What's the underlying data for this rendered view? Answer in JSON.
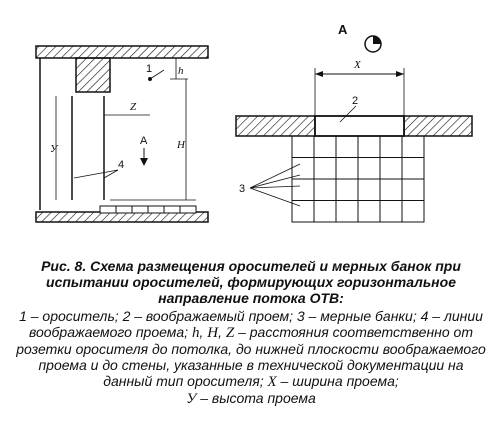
{
  "figure": {
    "label_A_left": "А",
    "label_A_top": "А",
    "label_1": "1",
    "label_2": "2",
    "label_3": "3",
    "label_4": "4",
    "label_h": "h",
    "label_H": "H",
    "label_Z": "Z",
    "label_X": "X",
    "label_Y": "У"
  },
  "caption": {
    "title": "Рис. 8. Схема размещения оросителей и мерных банок при испытании оросителей, формирующих горизонтальное направление потока ОТВ:",
    "body_part1": "1 – ороситель; 2 – воображаемый проем; 3 – мерные банки; 4 – линии воображаемого проема; ",
    "sym_h": "h",
    "sep1": ", ",
    "sym_H": "H",
    "sep2": ", ",
    "sym_Z": "Z",
    "body_part2": " – расстояния соответственно от розетки оросителя до потолка, до нижней плоскости воображаемого проема и до стены, указанные в технической документации на данный тип оросителя; ",
    "sym_X": "X",
    "body_part3": " – ширина проема;",
    "sym_Y": "У",
    "body_part4": " – высота проема"
  }
}
